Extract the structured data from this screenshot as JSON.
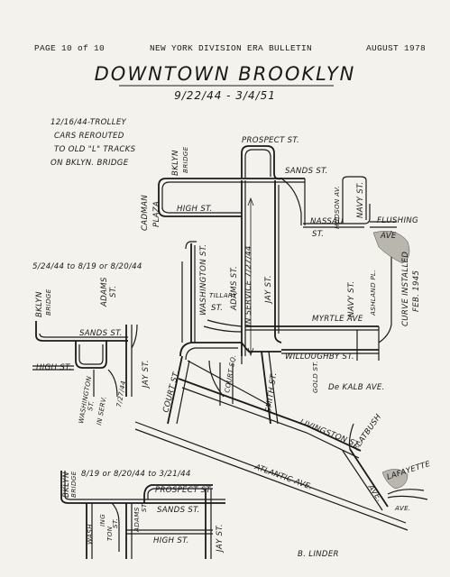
{
  "header": {
    "page": "PAGE 10 of 10",
    "publication": "NEW YORK DIVISION ERA BULLETIN",
    "date": "AUGUST 1978"
  },
  "title": "DOWNTOWN BROOKLYN",
  "date_range": "9/22/44 - 3/4/51",
  "notes": {
    "reroute": [
      "12/16/44-TROLLEY",
      "CARS REROUTED",
      "TO OLD \"L\" TRACKS",
      "ON BKLYN. BRIDGE"
    ],
    "inset1_dates": "5/24/44 to 8/19 or 8/20/44",
    "inset2_dates": "8/19 or 8/20/44 to 3/21/44",
    "in_service": "IN SERVICE 7/27/44",
    "curve": [
      "CURVE INSTALLED",
      "FEB. 1945"
    ],
    "sign_off": "B. LINDER"
  },
  "streets": {
    "prospect": "PROSPECT ST.",
    "sands": "SANDS ST.",
    "high": "HIGH ST.",
    "cadman": "CADMAN",
    "plaza": "PLAZA",
    "bklyn": "BKLYN",
    "bridge": "BRIDGE",
    "nassau": "NASSAU",
    "nassau_st": "ST.",
    "hudson": "HUDSON AV.",
    "navy": "NAVY ST.",
    "flushing": "FLUSHING",
    "flushing_ave": "AVE",
    "washington": "WASHINGTON ST.",
    "tillary": "TILLARY",
    "tillary_st": "ST.",
    "adams": "ADAMS ST.",
    "jay": "JAY ST.",
    "myrtle": "MYRTLE AVE",
    "navy2": "NAVY ST.",
    "ashland": "ASHLAND PL.",
    "willoughby": "WILLOUGHBY ST.",
    "dekalb": "De KALB AVE.",
    "gold": "GOLD ST.",
    "court": "COURT ST.",
    "court_sq": "COURT SQ.",
    "smith": "SMITH ST.",
    "livingston": "LIVINGSTON ST.",
    "flatbush": "FLATBUSH",
    "flatbush_ave": "AVE.",
    "atlantic": "ATLANTIC AVE.",
    "lafayette": "LAFAYETTE",
    "lafayette_ave": "AVE.",
    "in1_bklyn": "BKLYN",
    "in1_bridge": "BRIDGE",
    "in1_adams": "ADAMS",
    "in1_adams_st": "ST.",
    "in1_sands": "SANDS ST.",
    "in1_high": "HIGH ST.",
    "in1_wash": "WASHINGTON",
    "in1_wash_st": "ST.",
    "in1_serv": "IN SERV.",
    "in1_date": "7/27/44",
    "in1_jay": "JAY ST.",
    "in2_bklyn": "BKLYN",
    "in2_bridge": "BRIDGE",
    "in2_prospect": "PROSPECT ST.",
    "in2_sands": "SANDS ST.",
    "in2_high": "HIGH ST.",
    "in2_wash": "WASH",
    "in2_ing": "ING",
    "in2_ton": "TON",
    "in2_st": "ST.",
    "in2_adams": "ADAMS",
    "in2_adams_st": "ST.",
    "in2_jay": "JAY ST."
  }
}
